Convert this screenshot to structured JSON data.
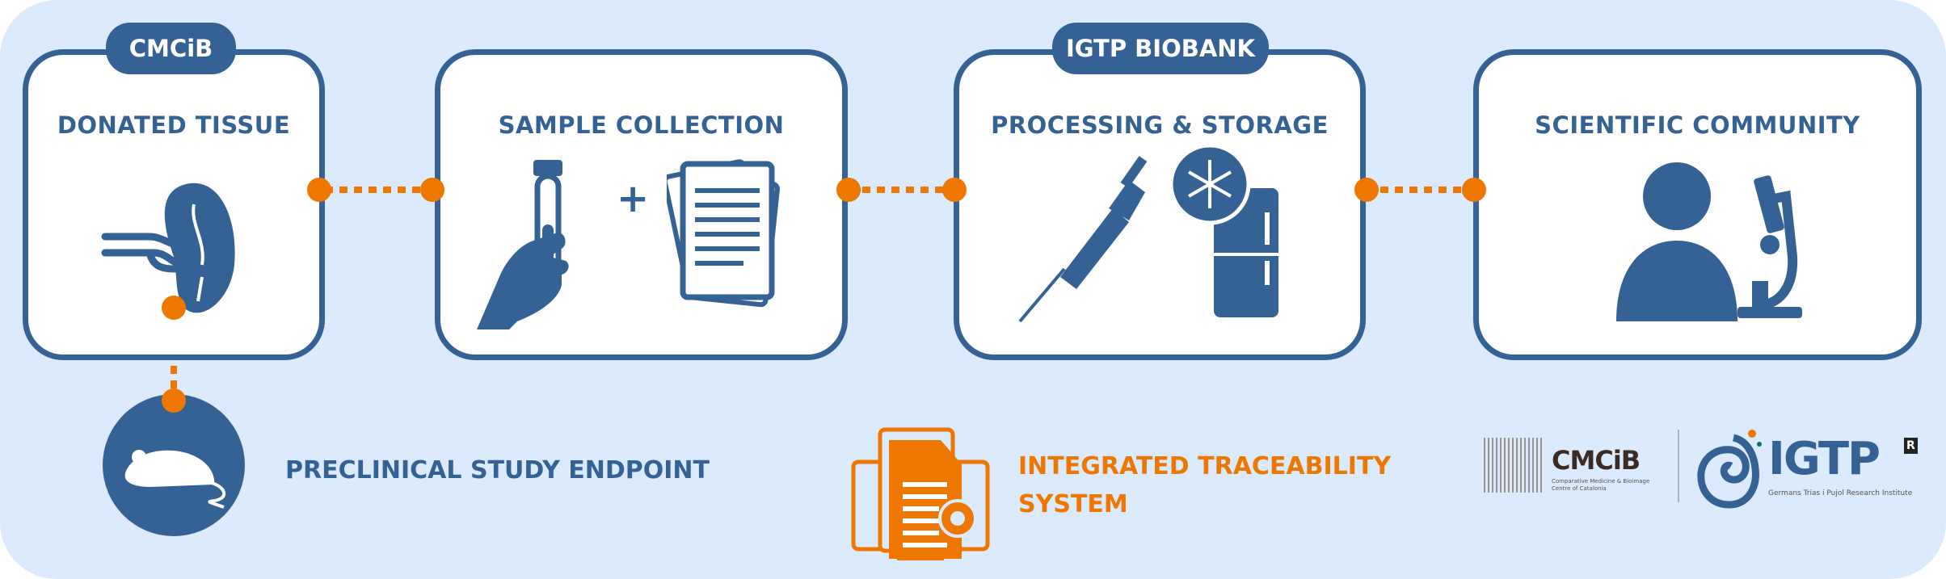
{
  "colors": {
    "primary": "#356294",
    "accent": "#ee7700",
    "background": "#dbeafc"
  },
  "steps": [
    {
      "badge": "CMCiB",
      "title": "DONATED TISSUE",
      "icon": "kidney-icon"
    },
    {
      "title": "SAMPLE COLLECTION",
      "icon": "test-tube-and-documents-icon",
      "plus": "+"
    },
    {
      "badge": "IGTP BIOBANK",
      "title": "PROCESSING & STORAGE",
      "icon": "pipette-and-freezer-icon"
    },
    {
      "title": "SCIENTIFIC COMMUNITY",
      "icon": "scientist-microscope-icon"
    }
  ],
  "endpoint": {
    "label": "PRECLINICAL STUDY ENDPOINT",
    "icon": "mouse-icon"
  },
  "traceability": {
    "line1": "INTEGRATED TRACEABILITY",
    "line2": "SYSTEM",
    "icon": "document-gear-monitor-icon"
  },
  "logos": {
    "cmcib": {
      "name": "CMCiB",
      "subtitle": "Comparative Medicine & Bioimage Centre of Catalonia"
    },
    "igtp": {
      "name": "IGTP",
      "mark": "R",
      "subtitle": "Germans Trias i Pujol Research Institute"
    }
  }
}
